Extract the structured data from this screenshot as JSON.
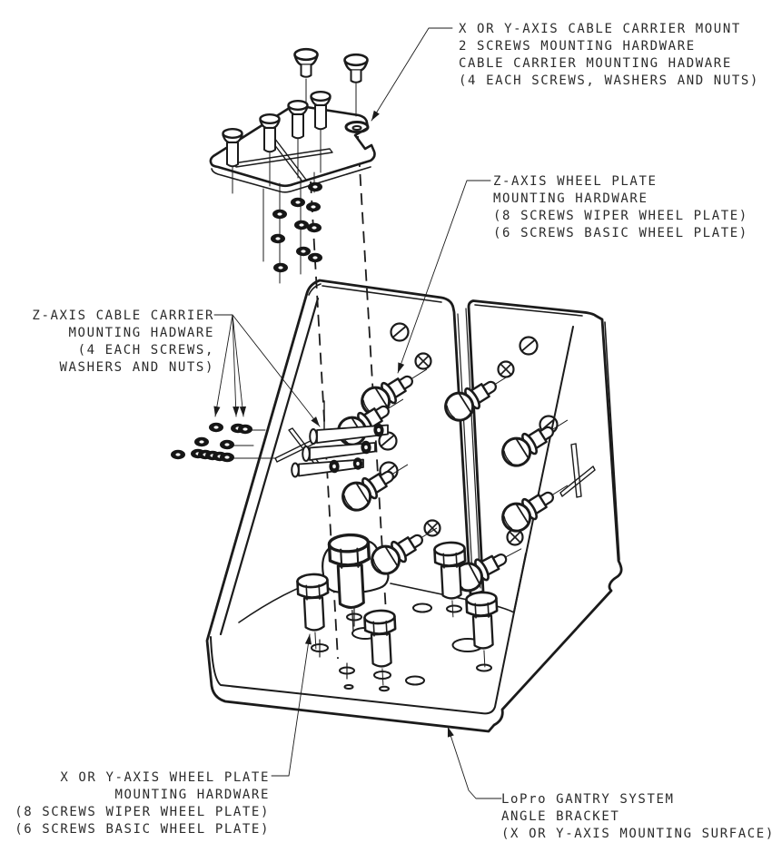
{
  "annotations": {
    "cable_carrier_mount": {
      "lines": [
        "X OR Y-AXIS CABLE CARRIER MOUNT",
        "2 SCREWS MOUNTING HARDWARE",
        "CABLE CARRIER MOUNTING HADWARE",
        "(4 EACH SCREWS, WASHERS AND NUTS)"
      ]
    },
    "z_wheel_plate": {
      "lines": [
        "Z-AXIS WHEEL PLATE",
        "MOUNTING HARDWARE",
        "(8 SCREWS WIPER WHEEL PLATE)",
        "(6 SCREWS BASIC WHEEL PLATE)"
      ]
    },
    "z_cable_carrier": {
      "lines": [
        "Z-AXIS CABLE CARRIER",
        "MOUNTING HADWARE",
        "(4 EACH SCREWS,",
        "WASHERS AND NUTS)"
      ]
    },
    "xy_wheel_plate": {
      "lines": [
        "X OR Y-AXIS WHEEL PLATE",
        "MOUNTING HARDWARE",
        "(8 SCREWS WIPER WHEEL PLATE)",
        "(6 SCREWS BASIC WHEEL PLATE)"
      ]
    },
    "angle_bracket": {
      "lines": [
        "LoPro GANTRY SYSTEM",
        "ANGLE BRACKET",
        "(X OR Y-AXIS MOUNTING SURFACE)"
      ]
    }
  },
  "colors": {
    "line": "#1b1b1b",
    "background": "#ffffff",
    "text": "#2b2b2b"
  }
}
